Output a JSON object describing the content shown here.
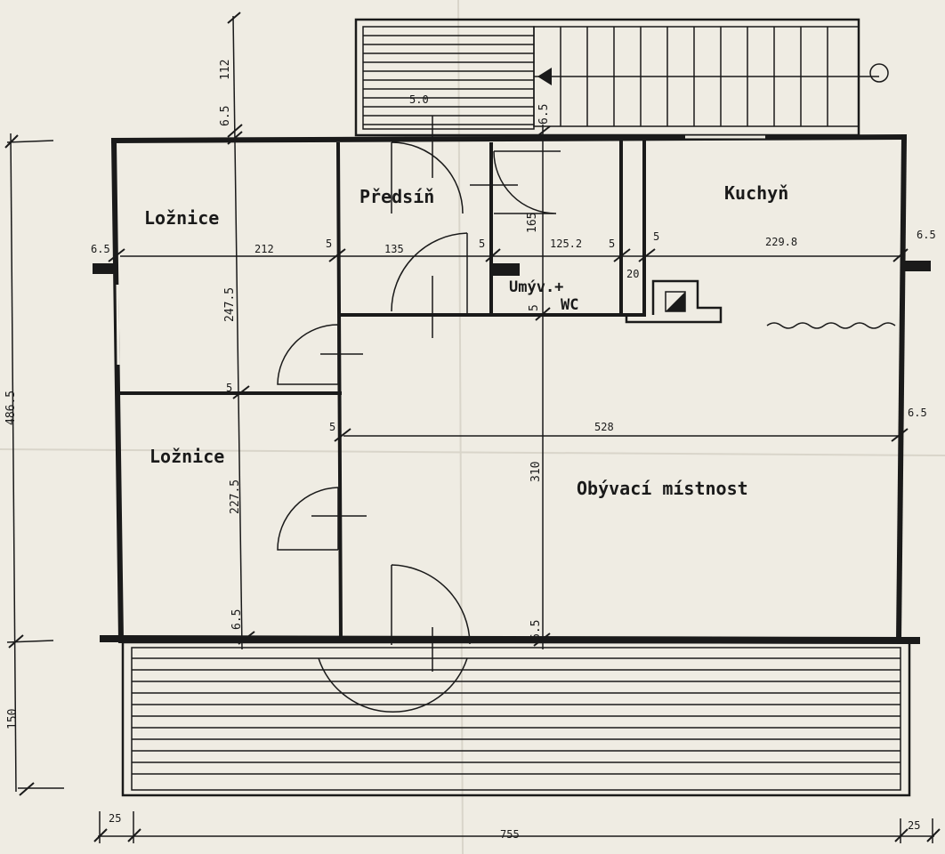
{
  "rooms": {
    "loznice_top": "Ložnice",
    "loznice_bottom": "Ložnice",
    "predsin": "Předsíň",
    "umyvarna_1": "Umýv.+",
    "umyvarna_2": "WC",
    "kuchyn": "Kuchyň",
    "obyvaci": "Obývací místnost"
  },
  "dimensions": {
    "d_112": "112",
    "d_65_top": "6.5",
    "d_65_stairs": "6.5",
    "d_65_left": "6.5",
    "d_65_right_top": "6.5",
    "d_65_right_mid": "6.5",
    "d_65_bottom_left": "6.5",
    "d_65_bottom_mid": "6.5",
    "d_212": "212",
    "d_5_a": "5",
    "d_135": "135",
    "d_5_b": "5",
    "d_125": "125.2",
    "d_5_c": "5",
    "d_5_d": "5",
    "d_2298": "229.8",
    "d_20": "20",
    "d_165": "165",
    "d_5_wc": "5",
    "d_2475": "247.5",
    "d_5_bed": "5",
    "d_5_liv": "5",
    "d_528": "528",
    "d_2275": "227.5",
    "d_310": "310",
    "d_4865": "486.5",
    "d_150": "150",
    "d_25_left": "25",
    "d_755": "755",
    "d_25_right": "25",
    "d_stairs_small": "5.0"
  }
}
